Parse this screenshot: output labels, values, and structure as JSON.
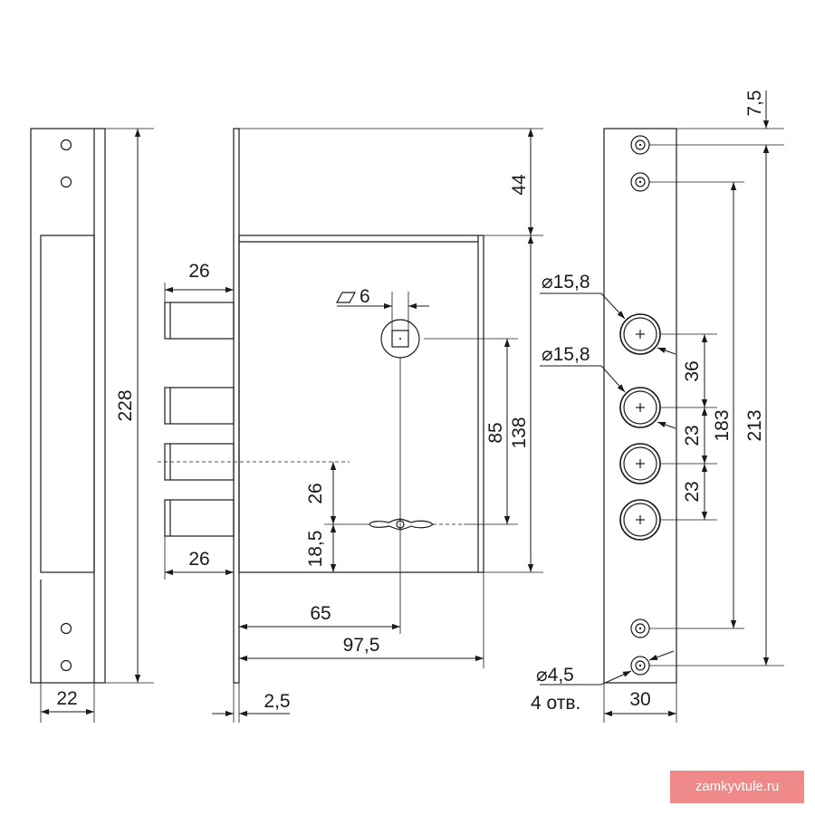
{
  "labels": {
    "left_height": "228",
    "left_width": "22",
    "bolt_top": "26",
    "bolt_bottom": "26",
    "spindle_size": "6",
    "top_offset": "44",
    "spindle_to_key": "85",
    "body_height": "138",
    "bolt_spacing": "26",
    "key_to_bottom": "18,5",
    "spindle_x": "65",
    "body_width": "97,5",
    "plate_thickness": "2,5",
    "top_hole": "7,5",
    "cyl_dia_1": "⌀15,8",
    "cyl_dia_2": "⌀15,8",
    "cyl_space_1": "36",
    "cyl_space_2": "23",
    "cyl_space_3": "23",
    "holes_inner": "183",
    "holes_outer": "213",
    "small_hole_dia": "⌀4,5",
    "small_hole_count": "4 отв.",
    "right_width": "30"
  },
  "site_badge": "zamkyvtule.ru"
}
